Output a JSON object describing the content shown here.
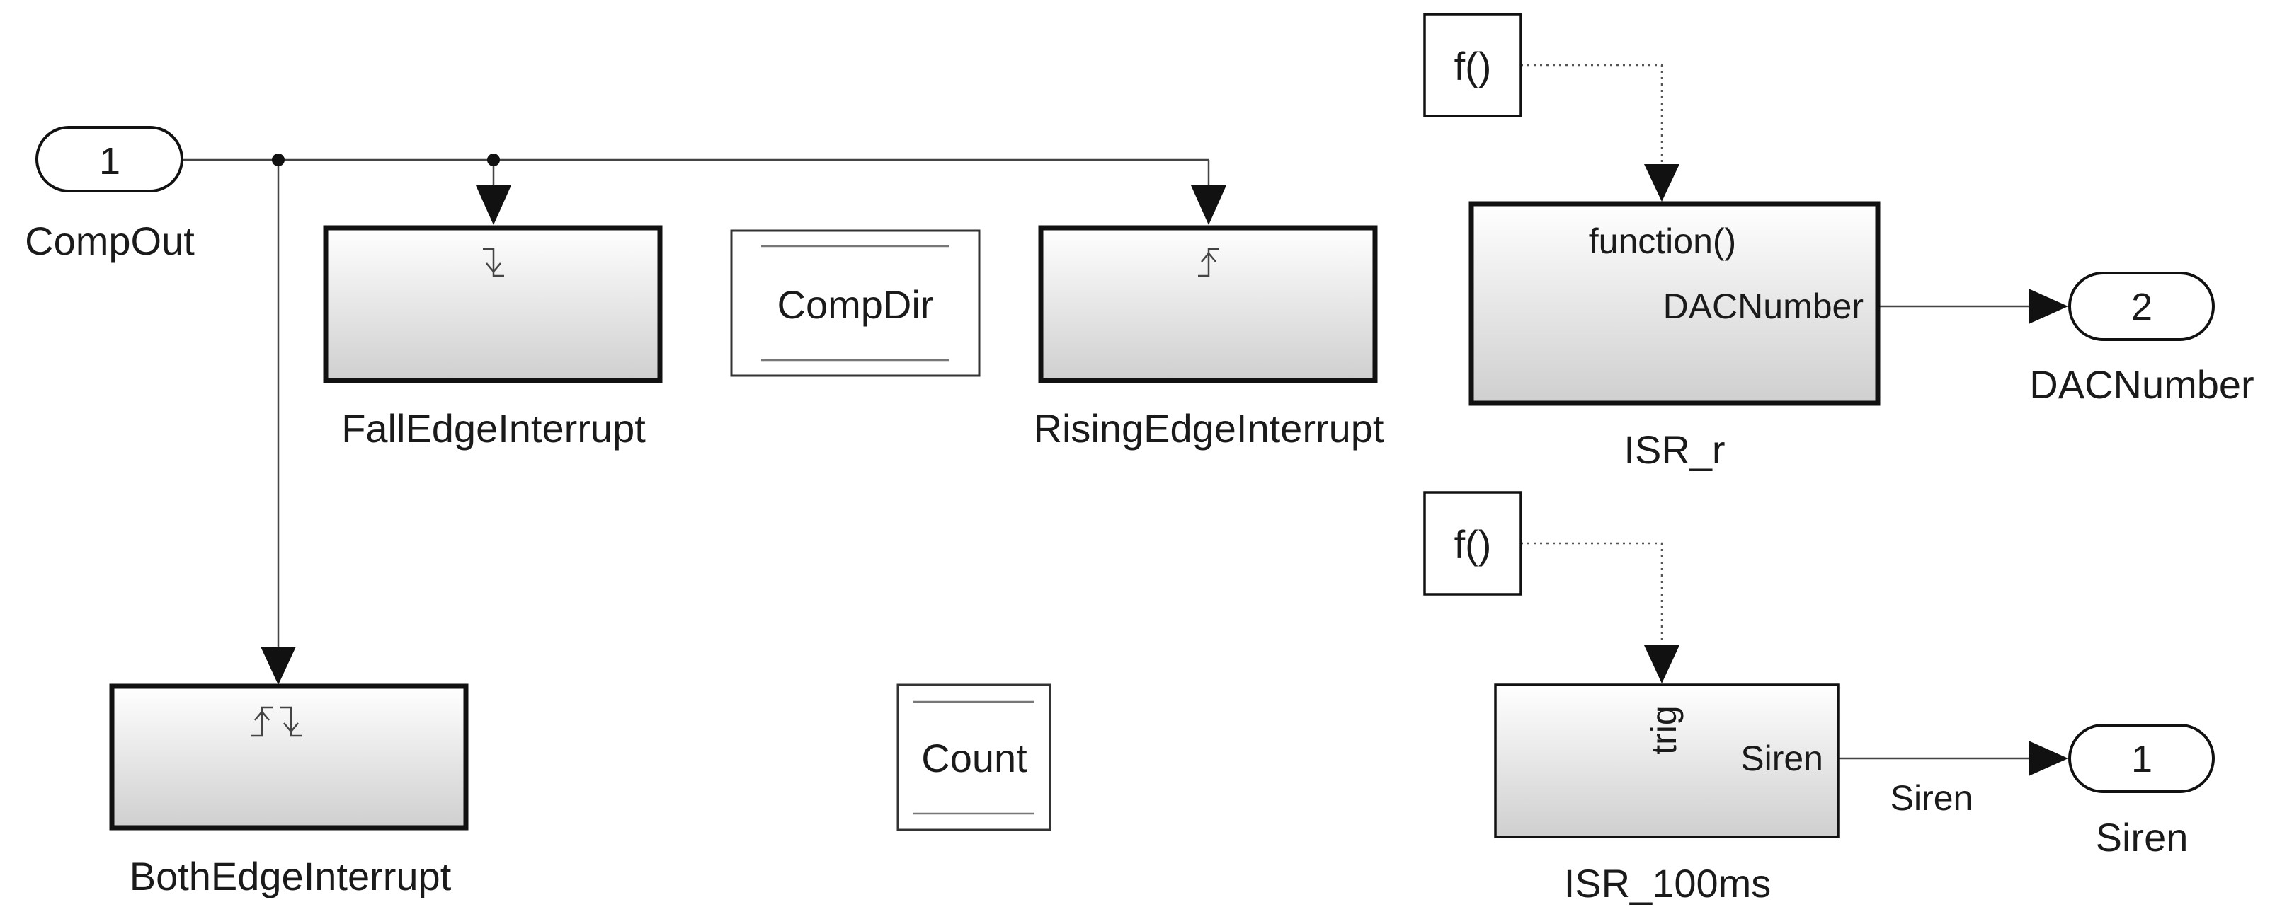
{
  "inport_compout": {
    "number": "1",
    "name": "CompOut"
  },
  "blocks": {
    "fall_edge": {
      "name": "FallEdgeInterrupt"
    },
    "rising_edge": {
      "name": "RisingEdgeInterrupt"
    },
    "both_edge": {
      "name": "BothEdgeInterrupt"
    },
    "comp_dir": {
      "name": "CompDir"
    },
    "count": {
      "name": "Count"
    },
    "isr_r": {
      "name": "ISR_r",
      "trigger_label": "function()",
      "out_port_label": "DACNumber"
    },
    "isr_100ms": {
      "name": "ISR_100ms",
      "trigger_label": "trig",
      "out_port_label": "Siren"
    },
    "fcall_r": {
      "label": "f()"
    },
    "fcall_100ms": {
      "label": "f()"
    }
  },
  "outport_dacnumber": {
    "number": "2",
    "name": "DACNumber"
  },
  "outport_siren": {
    "number": "1",
    "name": "Siren"
  },
  "signal_siren": {
    "label": "Siren"
  },
  "colors": {
    "block_gradient_top": "#ffffff",
    "block_gradient_bottom": "#cfcfcf",
    "line": "#111111"
  }
}
